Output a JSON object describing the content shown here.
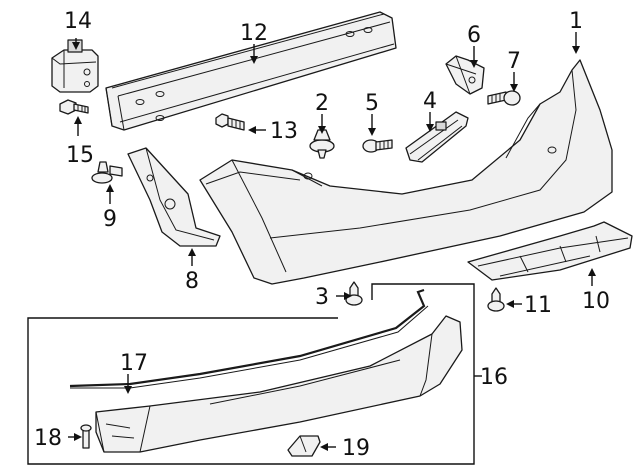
{
  "callouts": {
    "c1": "1",
    "c2": "2",
    "c3": "3",
    "c4": "4",
    "c5": "5",
    "c6": "6",
    "c7": "7",
    "c8": "8",
    "c9": "9",
    "c10": "10",
    "c11": "11",
    "c12": "12",
    "c13": "13",
    "c14": "14",
    "c15": "15",
    "c16": "16",
    "c17": "17",
    "c18": "18",
    "c19": "19"
  },
  "colors": {
    "line": "#1a1a1a",
    "fill": "#f1f1f1",
    "shade": "#d9d9d9"
  }
}
